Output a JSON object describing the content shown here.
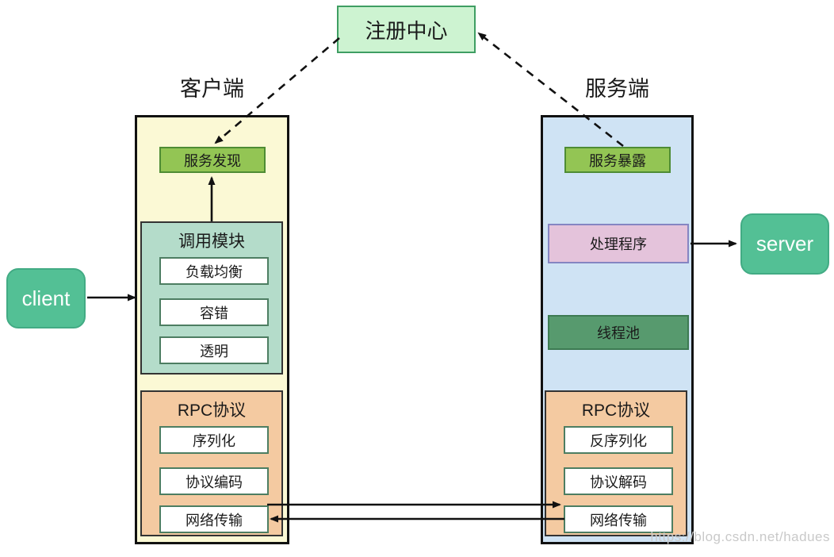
{
  "diagram": {
    "registry": {
      "label": "注册中心"
    },
    "client_side": {
      "title": "客户端",
      "service_discovery": "服务发现",
      "invoke_module": {
        "title": "调用模块",
        "items": [
          "负载均衡",
          "容错",
          "透明"
        ]
      },
      "rpc_protocol": {
        "title": "RPC协议",
        "items": [
          "序列化",
          "协议编码",
          "网络传输"
        ]
      }
    },
    "server_side": {
      "title": "服务端",
      "service_expose": "服务暴露",
      "handler": "处理程序",
      "thread_pool": "线程池",
      "rpc_protocol": {
        "title": "RPC协议",
        "items": [
          "反序列化",
          "协议解码",
          "网络传输"
        ]
      }
    },
    "client_node": "client",
    "server_node": "server",
    "watermark": "https://blog.csdn.net/hadues",
    "colors": {
      "registry_fill": "#cdf3d1",
      "registry_border": "#3f9e63",
      "client_column_fill": "#fbf9d5",
      "server_column_fill": "#cfe3f4",
      "chip_fill": "#93c554",
      "invoke_fill": "#b4dcca",
      "rpc_fill": "#f4caa1",
      "handler_fill": "#e4c3db",
      "thread_pool_fill": "#579a6e",
      "node_fill": "#53c095",
      "arrow": "#111111"
    }
  }
}
